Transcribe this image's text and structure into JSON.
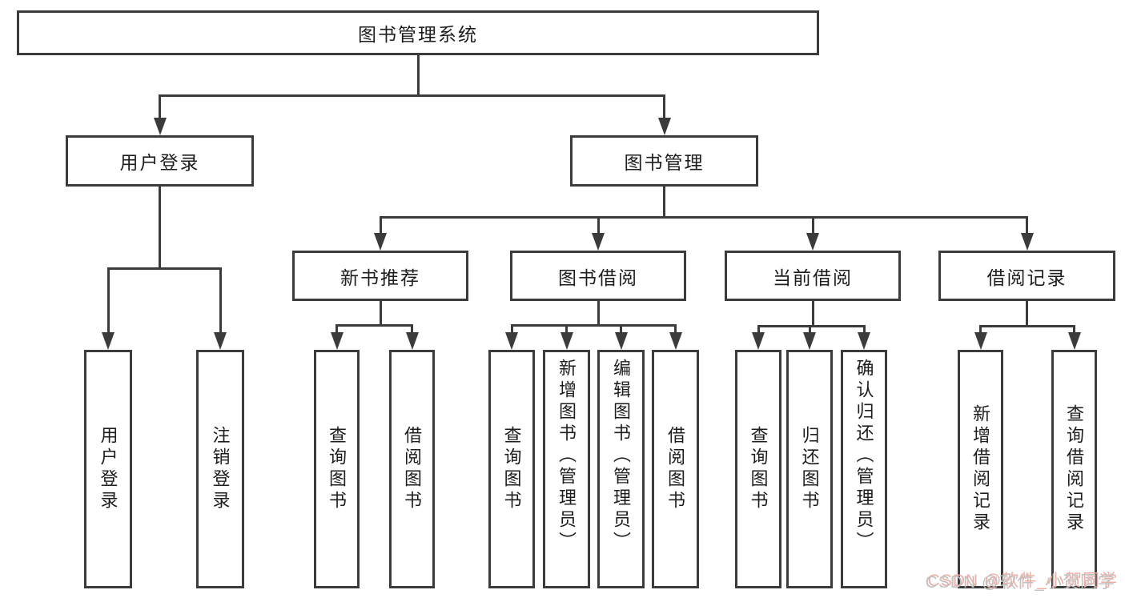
{
  "diagram": {
    "watermark": "CSDN @软件_小贺同学",
    "colors": {
      "line": "#3b3b3b",
      "text": "#1d1d1f",
      "background": "#ffffff",
      "watermark_text": "#c2c1c1",
      "watermark_shadow": "#f0ada4"
    },
    "nodes": [
      {
        "id": "root",
        "label": "图书管理系统",
        "level": 1,
        "orientation": "horizontal"
      },
      {
        "id": "user-login",
        "label": "用户登录",
        "level": 2,
        "orientation": "horizontal"
      },
      {
        "id": "book-mgmt",
        "label": "图书管理",
        "level": 2,
        "orientation": "horizontal"
      },
      {
        "id": "new-book-rec",
        "label": "新书推荐",
        "level": 3,
        "orientation": "horizontal"
      },
      {
        "id": "book-borrow",
        "label": "图书借阅",
        "level": 3,
        "orientation": "horizontal"
      },
      {
        "id": "current-borrow",
        "label": "当前借阅",
        "level": 3,
        "orientation": "horizontal"
      },
      {
        "id": "borrow-records",
        "label": "借阅记录",
        "level": 3,
        "orientation": "horizontal"
      },
      {
        "id": "leaf-user-login",
        "label": "用户登录",
        "level": 4,
        "orientation": "vertical"
      },
      {
        "id": "leaf-logout",
        "label": "注销登录",
        "level": 4,
        "orientation": "vertical"
      },
      {
        "id": "leaf-nbr-query",
        "label": "查询图书",
        "level": 4,
        "orientation": "vertical"
      },
      {
        "id": "leaf-nbr-borrow",
        "label": "借阅图书",
        "level": 4,
        "orientation": "vertical"
      },
      {
        "id": "leaf-bb-query",
        "label": "查询图书",
        "level": 4,
        "orientation": "vertical"
      },
      {
        "id": "leaf-bb-add",
        "label": "新增图书（管理员）",
        "level": 4,
        "orientation": "vertical"
      },
      {
        "id": "leaf-bb-edit",
        "label": "编辑图书（管理员）",
        "level": 4,
        "orientation": "vertical"
      },
      {
        "id": "leaf-bb-borrow",
        "label": "借阅图书",
        "level": 4,
        "orientation": "vertical"
      },
      {
        "id": "leaf-cb-query",
        "label": "查询图书",
        "level": 4,
        "orientation": "vertical"
      },
      {
        "id": "leaf-cb-return",
        "label": "归还图书",
        "level": 4,
        "orientation": "vertical"
      },
      {
        "id": "leaf-cb-confirm",
        "label": "确认归还（管理员）",
        "level": 4,
        "orientation": "vertical"
      },
      {
        "id": "leaf-br-add",
        "label": "新增借阅记录",
        "level": 4,
        "orientation": "vertical"
      },
      {
        "id": "leaf-br-query",
        "label": "查询借阅记录",
        "level": 4,
        "orientation": "vertical"
      }
    ],
    "edges": [
      {
        "from": "root",
        "to": [
          "user-login",
          "book-mgmt"
        ]
      },
      {
        "from": "user-login",
        "to": [
          "leaf-user-login",
          "leaf-logout"
        ]
      },
      {
        "from": "book-mgmt",
        "to": [
          "new-book-rec",
          "book-borrow",
          "current-borrow",
          "borrow-records"
        ]
      },
      {
        "from": "new-book-rec",
        "to": [
          "leaf-nbr-query",
          "leaf-nbr-borrow"
        ]
      },
      {
        "from": "book-borrow",
        "to": [
          "leaf-bb-query",
          "leaf-bb-add",
          "leaf-bb-edit",
          "leaf-bb-borrow"
        ]
      },
      {
        "from": "current-borrow",
        "to": [
          "leaf-cb-query",
          "leaf-cb-return",
          "leaf-cb-confirm"
        ]
      },
      {
        "from": "borrow-records",
        "to": [
          "leaf-br-add",
          "leaf-br-query"
        ]
      }
    ]
  }
}
